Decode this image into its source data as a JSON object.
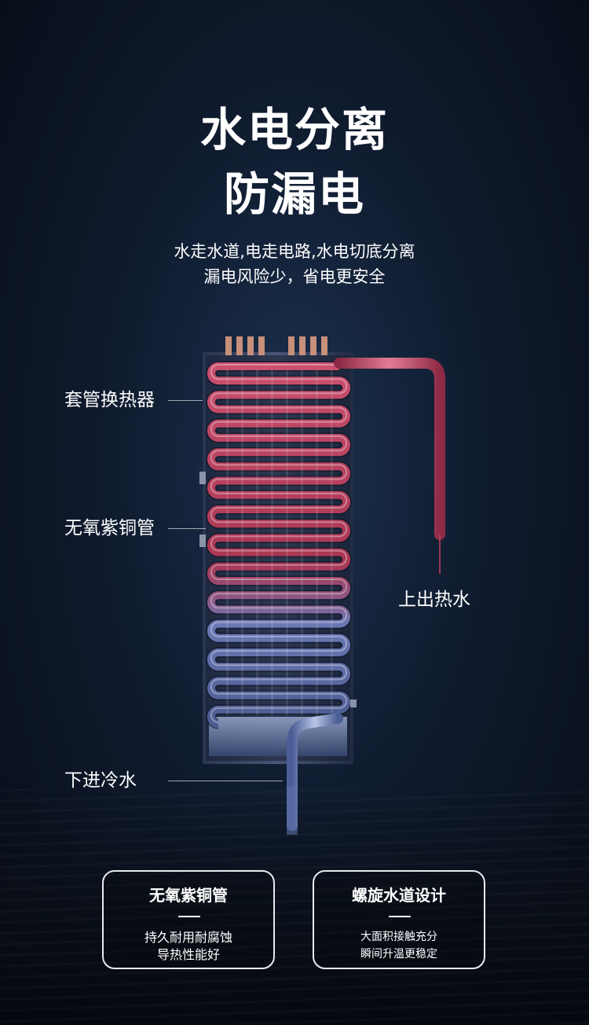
{
  "headline": {
    "line1": "水电分离",
    "line2": "防漏电"
  },
  "subtitle": {
    "line1": "水走水道,电走电路,水电切底分离",
    "line2": "漏电风险少，省电更安全"
  },
  "callouts": {
    "sleeve_exchanger": "套管换热器",
    "copper_tube": "无氧紫铜管",
    "hot_outlet": "上出热水",
    "cold_inlet": "下进冷水"
  },
  "features": [
    {
      "title": "无氧紫铜管",
      "line1": "持久耐用耐腐蚀",
      "line2": "导热性能好"
    },
    {
      "title": "螺旋水道设计",
      "line1": "大面积接触充分",
      "line2": "瞬间升温更稳定"
    }
  ],
  "colors": {
    "hot_pipe": "#b9405f",
    "cold_pipe": "#5d6fa6",
    "background": "#0f1b2e"
  }
}
